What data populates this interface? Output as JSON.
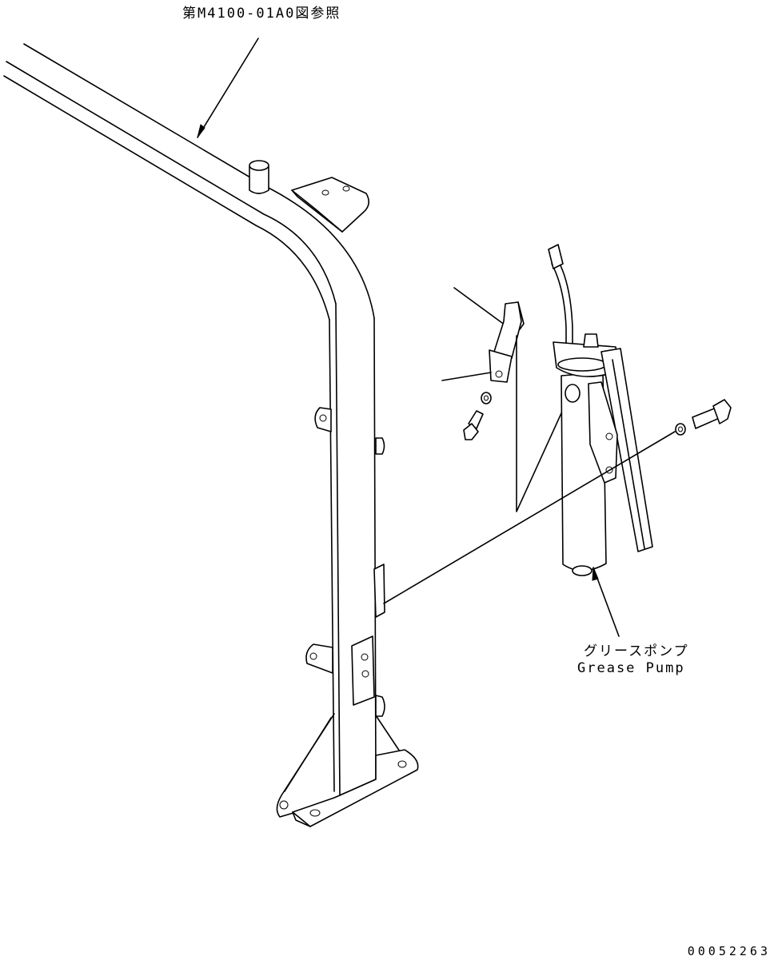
{
  "labels": {
    "reference": "第M4100-01A0図参照",
    "pump_jp": "グリースポンプ",
    "pump_en": "Grease Pump",
    "drawing_no": "00052263"
  }
}
